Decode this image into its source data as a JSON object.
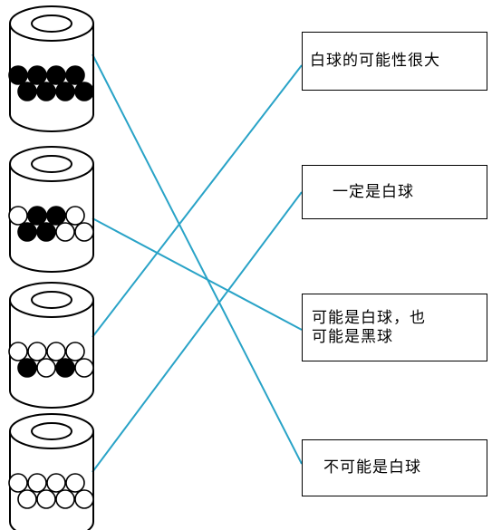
{
  "containers": [
    {
      "name": "jar-1",
      "balls": [
        "black",
        "black",
        "black",
        "black",
        "black",
        "black",
        "black",
        "black"
      ]
    },
    {
      "name": "jar-2",
      "balls": [
        "white",
        "black",
        "black",
        "white",
        "black",
        "black",
        "white",
        "white"
      ]
    },
    {
      "name": "jar-3",
      "balls": [
        "white",
        "white",
        "white",
        "white",
        "black",
        "white",
        "black",
        "white"
      ]
    },
    {
      "name": "jar-4",
      "balls": [
        "white",
        "white",
        "white",
        "white",
        "white",
        "white",
        "white",
        "white"
      ]
    }
  ],
  "options": [
    {
      "lines": [
        "白球的可能性很大"
      ]
    },
    {
      "lines": [
        "一定是白球"
      ]
    },
    {
      "lines": [
        "可能是白球，也",
        "可能是黑球"
      ]
    },
    {
      "lines": [
        "不可能是白球"
      ]
    }
  ],
  "matches": [
    {
      "container": 1,
      "option": 4
    },
    {
      "container": 2,
      "option": 3
    },
    {
      "container": 3,
      "option": 1
    },
    {
      "container": 4,
      "option": 2
    }
  ],
  "colors": {
    "line": "#29a3c7",
    "ink": "#000000"
  }
}
